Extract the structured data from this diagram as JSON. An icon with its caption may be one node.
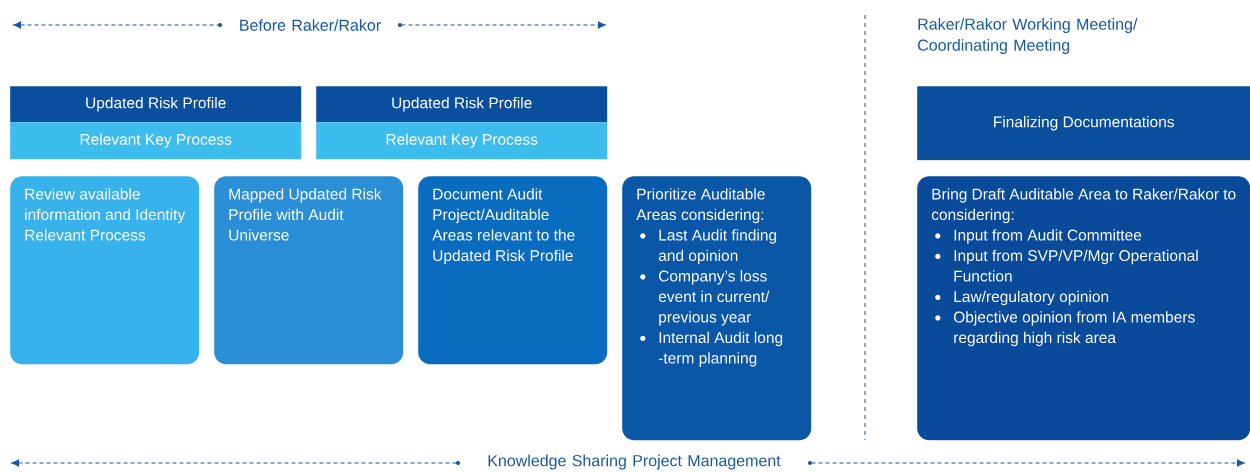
{
  "diagram": {
    "nodes": [
      {
        "text": [
          "Updated Risk Profile"
        ]
      },
      {
        "text": [
          "Relevant Key Process"
        ]
      },
      {
        "text": [
          "Updated Risk Profile"
        ]
      },
      {
        "text": [
          "Relevant Key Process"
        ]
      },
      {
        "text": [
          "Finalizing Documentations"
        ]
      },
      {
        "text": [
          "Review available information and Identity Relevant Process"
        ]
      },
      {
        "text": [
          "Mapped Updated Risk Profile with Audit Universe"
        ]
      },
      {
        "text": [
          "Document Audit Project/Auditable Areas relevant to the Updated Risk Profile"
        ]
      },
      {
        "text": [
          "Prioritize Auditable Areas considering:",
          "Last Audit finding and opinion",
          "Company’s loss event in current/ previous year",
          "Internal Audit long -term planning"
        ]
      },
      {
        "text": [
          "Bring Draft Auditable Area to Raker/Rakor to considering:",
          "Input from Audit Committee",
          "Input from SVP/VP/Mgr Operational Function",
          "Law/regulatory opinion",
          "Objective opinion from IA members regarding high risk area"
        ]
      }
    ],
    "edges": [],
    "labels": [
      "Before Raker/Rakor",
      "Raker/Rakor Working Meeting/ Coordinating Meeting",
      "Knowledge Sharing Project Management"
    ]
  }
}
